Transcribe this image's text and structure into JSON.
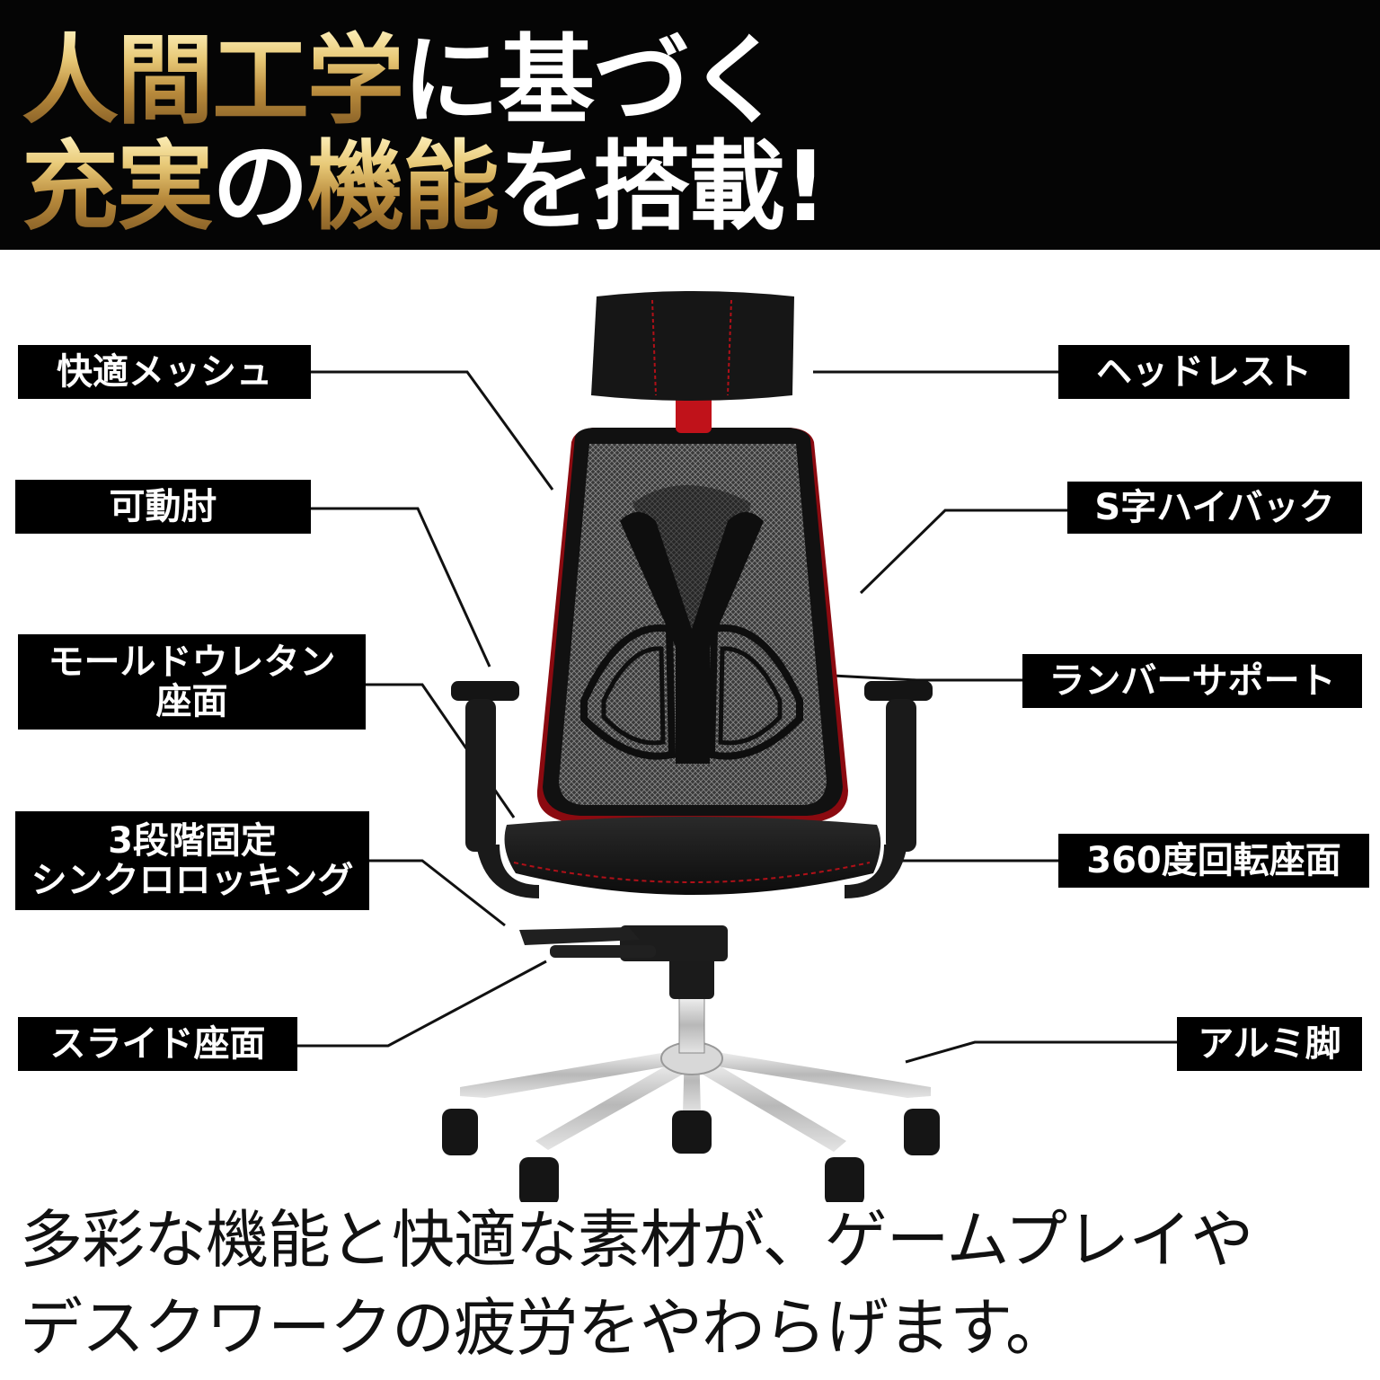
{
  "headline": {
    "line1": [
      {
        "text": "人間工学",
        "style": "gold"
      },
      {
        "text": "に基づく",
        "style": "white"
      }
    ],
    "line2": [
      {
        "text": "充実",
        "style": "gold"
      },
      {
        "text": "の",
        "style": "white"
      },
      {
        "text": "機能",
        "style": "gold"
      },
      {
        "text": "を搭載!",
        "style": "white"
      }
    ]
  },
  "labels": {
    "comfort_mesh": "快適メッシュ",
    "movable_armrest": "可動肘",
    "molded_urethane_line1": "モールドウレタン",
    "molded_urethane_line2": "座面",
    "synchro_line1": "3段階固定",
    "synchro_line2": "シンクロロッキング",
    "slide_seat": "スライド座面",
    "headrest": "ヘッドレスト",
    "s_high_back": "S字ハイバック",
    "lumbar_support": "ランバーサポート",
    "swivel_seat": "360度回転座面",
    "aluminum_base": "アルミ脚"
  },
  "caption": {
    "line1": "多彩な機能と快適な素材が、ゲームプレイや",
    "line2": "デスクワークの疲労をやわらげます。"
  },
  "colors": {
    "banner_bg": "#050505",
    "gold": "#d4a955",
    "label_bg": "#000000",
    "accent_red": "#c0121a",
    "chrome": "#c9c9c9"
  }
}
